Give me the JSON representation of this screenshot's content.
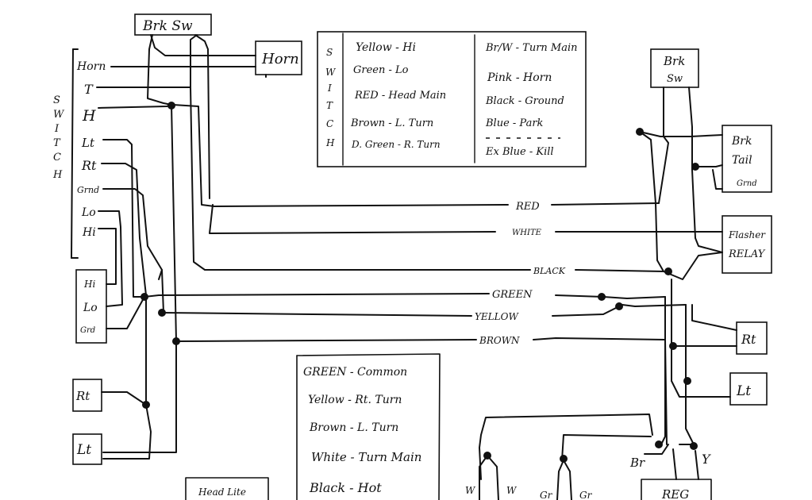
{
  "components": {
    "brk_sw_top": "Brk Sw",
    "horn": "Horn",
    "brk_sw_right": [
      "Brk",
      "Sw"
    ],
    "brk_tail": [
      "Brk",
      "Tail",
      "Grnd"
    ],
    "flasher_relay": [
      "Flasher",
      "RELAY"
    ],
    "rt_right": "Rt",
    "lt_right": "Lt",
    "rt_left": "Rt",
    "lt_left": "Lt",
    "headlight_plug": [
      "Hi",
      "Lo",
      "Grd"
    ],
    "reg": "REG",
    "head_lite": "Head Lite"
  },
  "switch_side": {
    "title_letters": [
      "S",
      "W",
      "I",
      "T",
      "C",
      "H"
    ],
    "terminals": [
      "Horn",
      "T",
      "H",
      "Lt",
      "Rt",
      "Grnd",
      "Lo",
      "Hi"
    ]
  },
  "switch_legend": {
    "title_letters": [
      "S",
      "W",
      "I",
      "T",
      "C",
      "H"
    ],
    "left_col": [
      "Yellow - Hi",
      "Green - Lo",
      "RED - Head Main",
      "Brown - L. Turn",
      "D. Green - R. Turn"
    ],
    "right_col": [
      "Br/W - Turn Main",
      "Pink - Horn",
      "Black - Ground",
      "Blue - Park",
      "Ex Blue - Kill"
    ]
  },
  "bottom_legend": [
    "GREEN - Common",
    "Yellow - Rt. Turn",
    "Brown - L. Turn",
    "White - Turn Main",
    "Black - Hot"
  ],
  "wire_labels": {
    "red": "RED",
    "white": "WHITE",
    "black": "BLACK",
    "green": "GREEN",
    "yellow": "YELLOW",
    "brown": "BROWN"
  },
  "bottom_terminals": {
    "w1": "W",
    "w2": "W",
    "gr1": "Gr",
    "gr2": "Gr",
    "br": "Br",
    "y": "Y"
  }
}
